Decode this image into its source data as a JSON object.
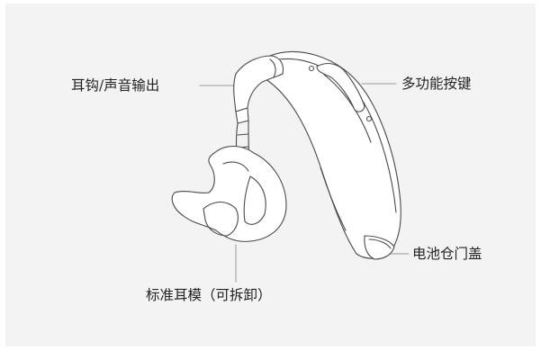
{
  "labels": {
    "ear_hook": "耳钩/声音输出",
    "multi_button": "多功能按键",
    "battery_door": "电池仓门盖",
    "earmold": "标准耳模（可拆卸）"
  },
  "colors": {
    "panel_bg": "#f3f3f3",
    "stroke": "#4a4a4a",
    "leader": "#9a9a9a",
    "text": "#222222"
  }
}
